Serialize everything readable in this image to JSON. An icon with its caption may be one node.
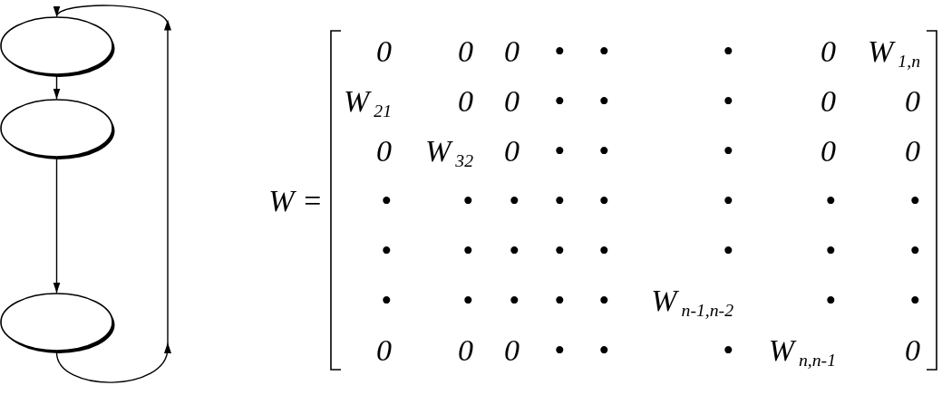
{
  "diagram": {
    "nodes": [
      {
        "text": [],
        "shape": "ellipse"
      },
      {
        "text": [],
        "shape": "ellipse"
      },
      {
        "text": [],
        "shape": "ellipse"
      }
    ],
    "edges": [
      {
        "from": 0,
        "to": 1,
        "arrow": "to"
      },
      {
        "from": 1,
        "to": 2,
        "arrow": "to"
      },
      {
        "from": 2,
        "to": 0,
        "arrow": "to"
      }
    ],
    "labels": [
      "W =",
      "0",
      "0",
      "0",
      "•",
      "•",
      "•",
      "0",
      "W$_{1,n}$",
      "W$_{21}$",
      "0",
      "0",
      "•",
      "•",
      "•",
      "0",
      "0",
      "0",
      "W$_{32}$",
      "0",
      "•",
      "•",
      "•",
      "0",
      "0",
      "•",
      "•",
      "•",
      "•",
      "•",
      "•",
      "•",
      "•",
      "•",
      "•",
      "•",
      "•",
      "•",
      "•",
      "•",
      "•",
      "•",
      "•",
      "•",
      "•",
      "•",
      "W$_{n-1,n-2}$",
      "•",
      "•",
      "0",
      "0",
      "0",
      "•",
      "•",
      "•",
      "W$_{n,n-1}$",
      "0"
    ]
  }
}
